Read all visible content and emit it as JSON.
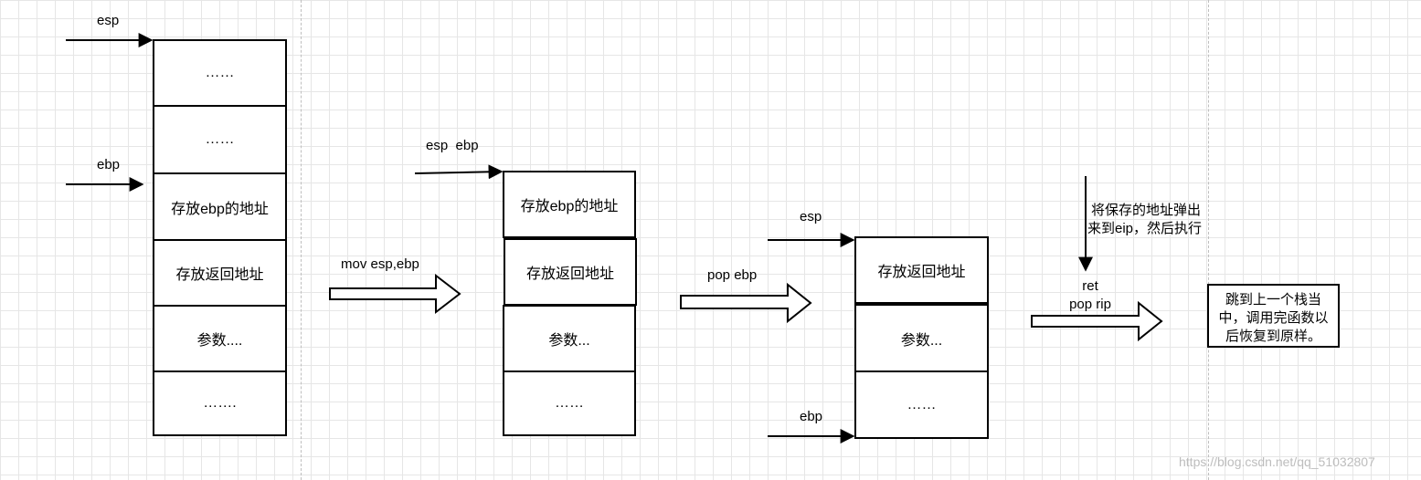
{
  "stack1": {
    "esp_label": "esp",
    "ebp_label": "ebp",
    "cells": [
      "……",
      "……",
      "存放ebp的地址",
      "存放返回地址",
      "参数....",
      "……."
    ]
  },
  "step1": {
    "instruction": "mov esp,ebp"
  },
  "stack2": {
    "pointer_label": "esp  ebp",
    "cells": [
      "存放ebp的地址",
      "存放返回地址",
      "参数...",
      "……"
    ]
  },
  "step2": {
    "instruction": "pop ebp"
  },
  "stack3": {
    "esp_label": "esp",
    "ebp_label": "ebp",
    "cells": [
      "存放返回地址",
      "参数...",
      "……"
    ]
  },
  "step3": {
    "note_line1": "将保存的地址弹出",
    "note_line2": "来到eip，然后执行",
    "instruction_line1": "ret",
    "instruction_line2": "pop rip"
  },
  "result": {
    "line1": "跳到上一个栈当",
    "line2": "中，调用完函数以",
    "line3": "后恢复到原样。"
  },
  "watermark": "https://blog.csdn.net/qq_51032807"
}
